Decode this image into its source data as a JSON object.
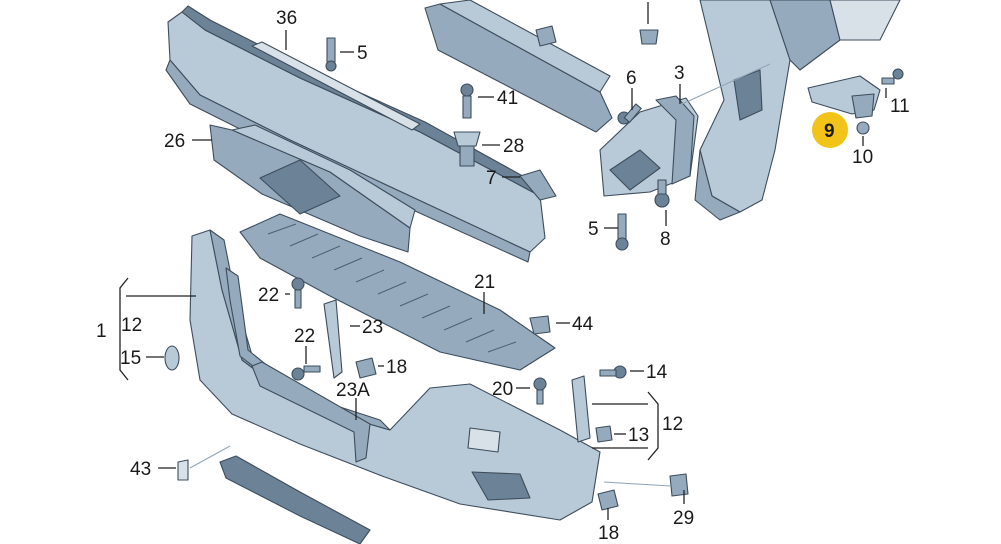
{
  "diagram": {
    "highlight_color": "#f2c318",
    "highlighted_callout": "9",
    "callouts": [
      "36",
      "5",
      "41",
      "28",
      "26",
      "7",
      "6",
      "3",
      "5",
      "8",
      "9",
      "11",
      "10",
      "21",
      "22",
      "23",
      "18",
      "44",
      "22",
      "1",
      "12",
      "15",
      "23A",
      "20",
      "14",
      "12",
      "13",
      "43",
      "29",
      "18"
    ]
  }
}
